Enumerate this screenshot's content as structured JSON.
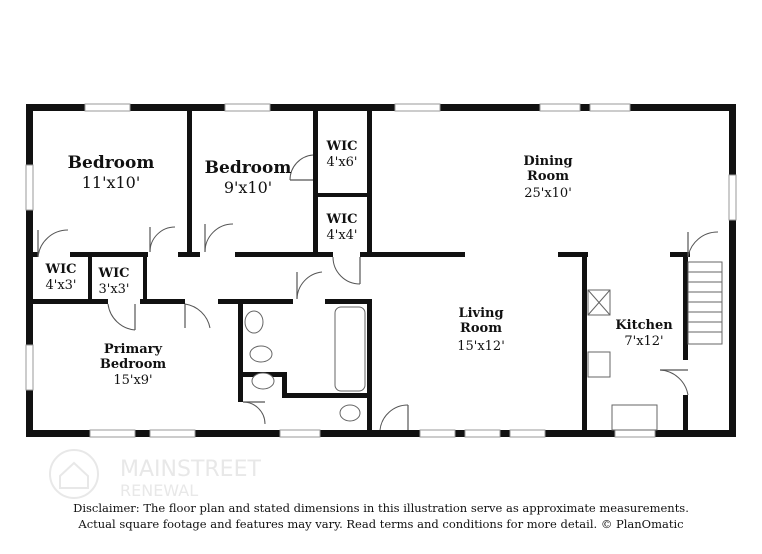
{
  "rooms": [
    {
      "id": "bedroom-1",
      "name": "Bedroom",
      "dim": "11'x10'"
    },
    {
      "id": "bedroom-2",
      "name": "Bedroom",
      "dim": "9'x10'"
    },
    {
      "id": "wic-1",
      "name": "WIC",
      "dim": "4'x6'"
    },
    {
      "id": "wic-2",
      "name": "WIC",
      "dim": "4'x4'"
    },
    {
      "id": "dining-room",
      "name": "Dining Room",
      "dim": "25'x10'"
    },
    {
      "id": "wic-3",
      "name": "WIC",
      "dim": "4'x3'"
    },
    {
      "id": "wic-4",
      "name": "WIC",
      "dim": "3'x3'"
    },
    {
      "id": "primary-bedroom",
      "name": "Primary Bedroom",
      "dim": "15'x9'"
    },
    {
      "id": "living-room",
      "name": "Living Room",
      "dim": "15'x12'"
    },
    {
      "id": "kitchen",
      "name": "Kitchen",
      "dim": "7'x12'"
    }
  ],
  "logo": {
    "line1": "MAINSTREET",
    "line2": "RENEWAL",
    "icon": "house-logo-icon"
  },
  "disclaimer": {
    "line1": "Disclaimer: The floor plan and stated dimensions in this illustration serve as approximate measurements.",
    "line2": "Actual square footage and features may vary. Read terms and conditions for more detail. © PlanOmatic"
  },
  "colors": {
    "wall": "#111111",
    "window": "#9a9a9a",
    "logo": "#e8e8e8"
  }
}
